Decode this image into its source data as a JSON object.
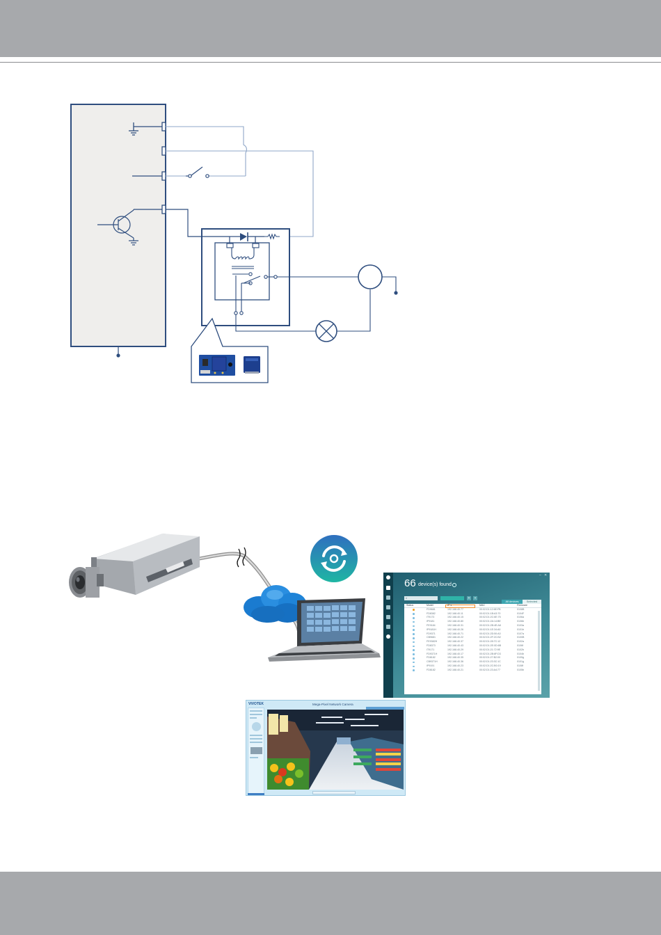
{
  "page": {
    "header_color": "#a7a9ac",
    "footer_color": "#a7a9ac"
  },
  "wiring_diagram": {
    "icons": [
      "ground-symbol",
      "switch",
      "transistor",
      "diode",
      "resistor",
      "relay-coil",
      "relay-contacts",
      "motor",
      "lamp",
      "relay-photo"
    ]
  },
  "network_illustration": {
    "icons": [
      "box-camera",
      "cloud",
      "laptop",
      "vast-sync-icon"
    ],
    "vast_app": {
      "device_count": "66",
      "found_text": "device(s) found",
      "tabs": [
        "All devices",
        "Selected"
      ],
      "columns": [
        "Status",
        "Model",
        "IP ▾",
        "MAC",
        "Firmware"
      ],
      "rows": [
        {
          "status": "warn",
          "model": "FD9681",
          "ip": "192.168.40.77",
          "mac": "00:02:D1:12:6E:FB",
          "fw": "0108B"
        },
        {
          "status": "ok",
          "model": "FD8382",
          "ip": "192.168.40.11",
          "mac": "00:02:D1:1B:A3:70",
          "fw": "0104F"
        },
        {
          "status": "ok",
          "model": "IT9173",
          "ip": "192.168.40.15",
          "mac": "00:02:D1:2C:6E:75",
          "fw": "0106a"
        },
        {
          "status": "ok",
          "model": "IP9181",
          "ip": "192.168.40.80",
          "mac": "00:02:D1:2A:14:BE",
          "fw": "0106b"
        },
        {
          "status": "ok",
          "model": "FE9184",
          "ip": "192.168.40.31",
          "mac": "00:02:D1:2B:4E:A8",
          "fw": "0103a"
        },
        {
          "status": "ok",
          "model": "IP9181H",
          "ip": "192.168.40.26",
          "mac": "00:02:D1:1E:34:A0",
          "fw": "0101b"
        },
        {
          "status": "ok",
          "model": "FD9371",
          "ip": "192.168.40.71",
          "mac": "00:02:D1:2D:50:A0",
          "fw": "0107a"
        },
        {
          "status": "ok",
          "model": "CB9681",
          "ip": "192.168.40.22",
          "mac": "00:02:D1:2F:2C:B2",
          "fw": "0100B"
        },
        {
          "status": "ok",
          "model": "FE9382H",
          "ip": "192.168.40.37",
          "mac": "00:02:D1:28:7C:12",
          "fw": "0102a"
        },
        {
          "status": "ok",
          "model": "FD8373",
          "ip": "192.168.40.43",
          "mac": "00:02:D1:2E:0D:6B",
          "fw": "0106f"
        },
        {
          "status": "ok",
          "model": "IT9171",
          "ip": "192.168.40.29",
          "mac": "00:02:D1:21:72:9E",
          "fw": "0102b"
        },
        {
          "status": "ok",
          "model": "FD9371H",
          "ip": "192.168.40.17",
          "mac": "00:02:D1:2B:8F:D3",
          "fw": "0104b"
        },
        {
          "status": "ok",
          "model": "FD8182",
          "ip": "192.168.40.35",
          "mac": "00:02:D1:27:B2:00",
          "fw": "0105g"
        },
        {
          "status": "ok",
          "model": "CB9371H",
          "ip": "192.168.40.36",
          "mac": "00:02:D1:23:3C:1C",
          "fw": "0101g"
        },
        {
          "status": "ok",
          "model": "IP9191",
          "ip": "192.168.40.23",
          "mac": "00:02:D1:2C:B0:19",
          "fw": "0108f"
        },
        {
          "status": "ok",
          "model": "FD8182",
          "ip": "192.168.40.21",
          "mac": "00:02:D1:23:A4:77",
          "fw": "0105b"
        }
      ]
    },
    "web_console": {
      "brand": "VIVOTEK",
      "title": "Mega-Pixel Network Camera"
    }
  }
}
